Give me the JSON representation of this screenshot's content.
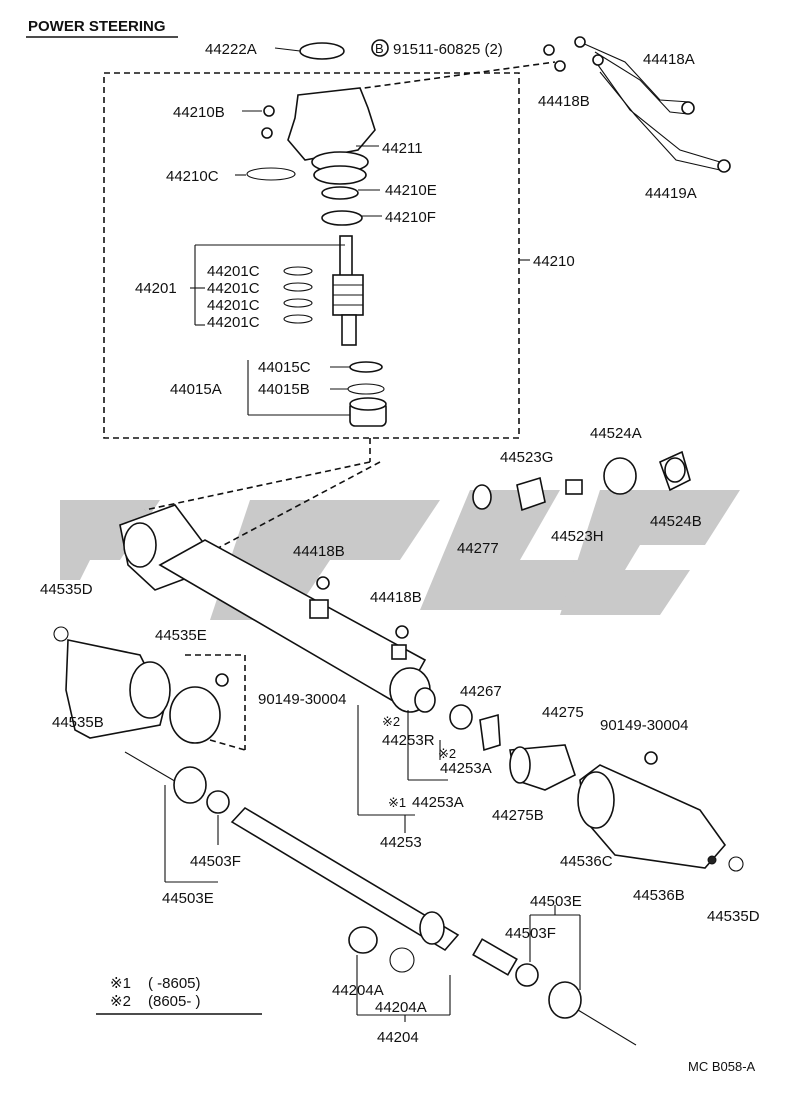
{
  "title": "POWER STEERING",
  "footer_code": "MC  B058-A",
  "labels": {
    "p44222A": "44222A",
    "bolt_b": "B",
    "bolt_num": "91511-60825 (2)",
    "p44418A": "44418A",
    "p44418B_top": "44418B",
    "p44419A": "44419A",
    "p44210B": "44210B",
    "p44211": "44211",
    "p44210C": "44210C",
    "p44210E": "44210E",
    "p44210F": "44210F",
    "p44210": "44210",
    "p44201": "44201",
    "p44201C_1": "44201C",
    "p44201C_2": "44201C",
    "p44201C_3": "44201C",
    "p44201C_4": "44201C",
    "p44015C": "44015C",
    "p44015A": "44015A",
    "p44015B": "44015B",
    "p44523G": "44523G",
    "p44524A": "44524A",
    "p44524B": "44524B",
    "p44523H": "44523H",
    "p44277": "44277",
    "p44418B_mid1": "44418B",
    "p44418B_mid2": "44418B",
    "p44535D_left": "44535D",
    "p44535E": "44535E",
    "p90149_left": "90149-30004",
    "p44535B": "44535B",
    "p44267": "44267",
    "p44275": "44275",
    "p90149_right": "90149-30004",
    "note_star2_a": "※2",
    "p44253R": "44253R",
    "note_star2_b": "※2",
    "p44253A_1": "44253A",
    "p44275B": "44275B",
    "note_star1": "※1",
    "p44253A_2": "44253A",
    "p44253": "44253",
    "p44536C": "44536C",
    "p44536B": "44536B",
    "p44535D_right": "44535D",
    "p44503F_left": "44503F",
    "p44503E_left": "44503E",
    "p44503E_right": "44503E",
    "p44503F_right": "44503F",
    "p44204A_1": "44204A",
    "p44204A_2": "44204A",
    "p44204": "44204"
  },
  "legend": [
    {
      "mark": "※1",
      "range": "(        -8605)"
    },
    {
      "mark": "※2",
      "range": "(8605-        )"
    }
  ]
}
